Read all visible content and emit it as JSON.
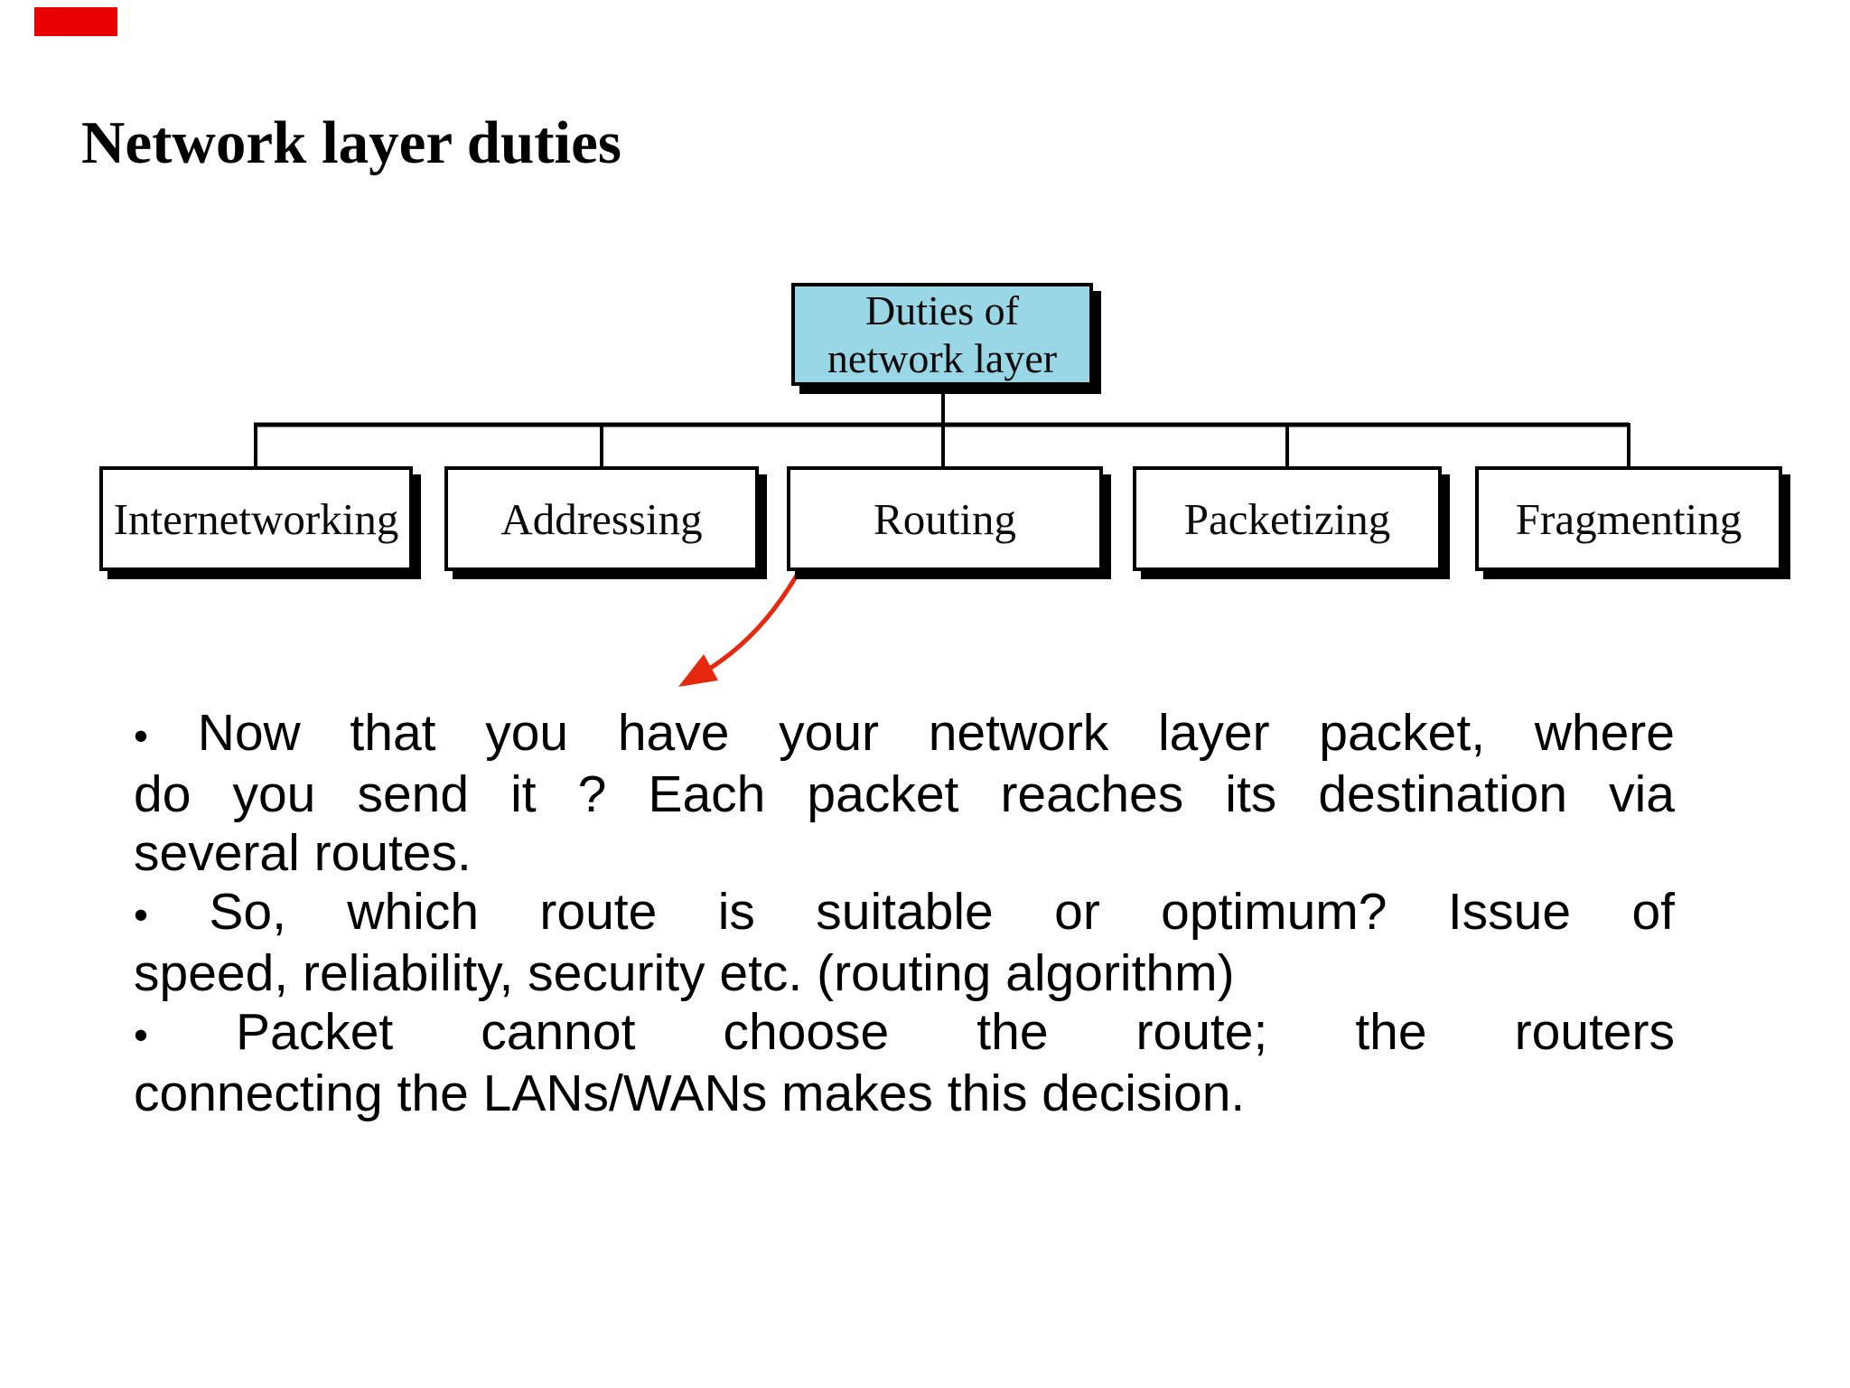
{
  "theme": {
    "marker_red": "#e80000",
    "accent_red": "#e6290e",
    "diagram_blue": "#99d6e6",
    "text_black": "#000000"
  },
  "slide": {
    "title": "Network layer duties"
  },
  "diagram": {
    "root_box": {
      "label_line1": "Duties of",
      "label_line2": "network layer"
    },
    "child_boxes": [
      {
        "label": "Internetworking",
        "highlighted": false
      },
      {
        "label": "Addressing",
        "highlighted": false
      },
      {
        "label": "Routing",
        "highlighted": true
      },
      {
        "label": "Packetizing",
        "highlighted": false
      },
      {
        "label": "Fragmenting",
        "highlighted": false
      }
    ],
    "highlight": {
      "shape": "ellipse",
      "target": "Routing",
      "annotation": "red ellipse with curved arrow pointing to bullet text"
    }
  },
  "body": {
    "bullet_char": "•",
    "lines": [
      {
        "text": "Now that you have your network layer packet, where",
        "bullet": true,
        "justify": true
      },
      {
        "text": "do you send it ? Each packet reaches its destination via",
        "bullet": false,
        "justify": true
      },
      {
        "text": "several routes.",
        "bullet": false,
        "justify": false
      },
      {
        "text": "So, which route is suitable or optimum? Issue of",
        "bullet": true,
        "justify": true
      },
      {
        "text": "speed, reliability, security etc. (routing algorithm)",
        "bullet": false,
        "justify": false
      },
      {
        "text": "Packet cannot choose the route; the routers",
        "bullet": true,
        "justify": true
      },
      {
        "text": "connecting the LANs/WANs makes this decision.",
        "bullet": false,
        "justify": false
      }
    ]
  }
}
